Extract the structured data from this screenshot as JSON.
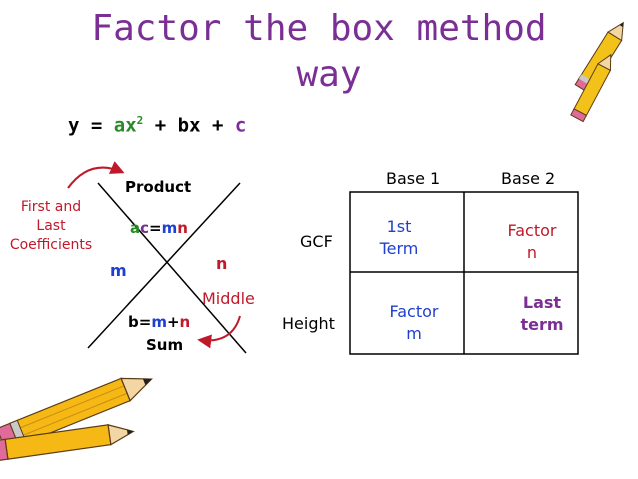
{
  "title": {
    "line1": "Factor the box method",
    "line2": "way"
  },
  "formula": {
    "y": "y",
    "eq": " = ",
    "ax": "ax",
    "sq": "2",
    "plus1": " + ",
    "bx": "bx",
    "plus2": " + ",
    "c": "c"
  },
  "x_diagram": {
    "product": "Product",
    "ac_a": "a",
    "ac_c": "c",
    "ac_eq": "=",
    "ac_m": "m",
    "ac_n": "n",
    "m": "m",
    "n": "n",
    "sum_b": "b=",
    "sum_m": "m",
    "sum_plus": "+",
    "sum_n": "n",
    "sum": "Sum",
    "first_last": [
      "First and",
      "Last",
      "Coefficients"
    ],
    "middle": "Middle"
  },
  "box": {
    "base1": "Base 1",
    "base2": "Base 2",
    "gcf": "GCF",
    "height": "Height",
    "cells": {
      "top_left": [
        "1st",
        "Term"
      ],
      "top_right": [
        "Factor",
        "n"
      ],
      "bottom_left": [
        "Factor",
        "m"
      ],
      "bottom_right": [
        "Last",
        "term"
      ]
    }
  },
  "colors": {
    "title": "#7b2f94",
    "green": "#2a8a2a",
    "purple": "#7b2f94",
    "blue": "#1f3fd0",
    "red": "#c0192a"
  },
  "decorations": [
    "pencil-icon",
    "pencil-icon"
  ]
}
